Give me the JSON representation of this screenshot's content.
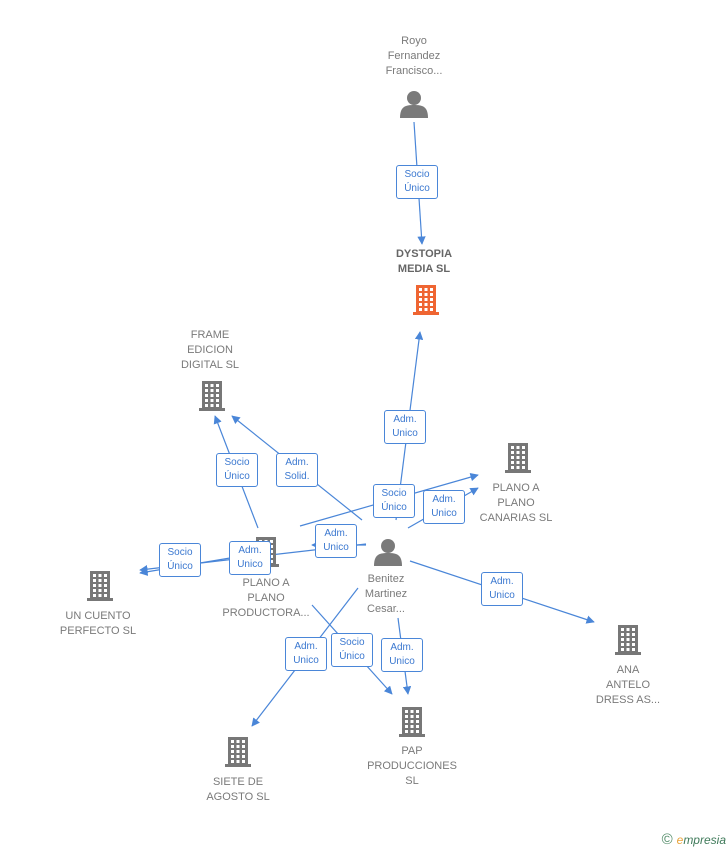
{
  "colors": {
    "edge": "#4a86d8",
    "node_gray": "#777777",
    "node_highlight": "#ef6532"
  },
  "nodes": [
    {
      "id": "royo",
      "kind": "person",
      "label": "Royo\nFernandez\nFrancisco..."
    },
    {
      "id": "dystopia",
      "kind": "company-highlight",
      "label": "DYSTOPIA\nMEDIA  SL"
    },
    {
      "id": "frame",
      "kind": "company",
      "label": "FRAME\nEDICION\nDIGITAL  SL"
    },
    {
      "id": "canarias",
      "kind": "company",
      "label": "PLANO A\nPLANO\nCANARIAS  SL"
    },
    {
      "id": "productora",
      "kind": "company",
      "label": "PLANO A\nPLANO\nPRODUCTORA..."
    },
    {
      "id": "benitez",
      "kind": "person",
      "label": "Benitez\nMartinez\nCesar..."
    },
    {
      "id": "cuento",
      "kind": "company",
      "label": "UN CUENTO\nPERFECTO  SL"
    },
    {
      "id": "ana",
      "kind": "company",
      "label": "ANA\nANTELO\nDRESS AS..."
    },
    {
      "id": "siete",
      "kind": "company",
      "label": "SIETE DE\nAGOSTO SL"
    },
    {
      "id": "pap",
      "kind": "company",
      "label": "PAP\nPRODUCCIONES\nSL"
    }
  ],
  "edges": [
    {
      "from": "royo",
      "to": "dystopia",
      "label": "Socio\nÚnico"
    },
    {
      "from": "benitez",
      "to": "dystopia",
      "label": "Adm.\nUnico"
    },
    {
      "from": "productora",
      "to": "frame",
      "label": "Socio\nÚnico"
    },
    {
      "from": "benitez",
      "to": "frame",
      "label": "Adm.\nSolid."
    },
    {
      "from": "productora",
      "to": "canarias",
      "label": "Socio\nÚnico"
    },
    {
      "from": "benitez",
      "to": "canarias",
      "label": "Adm.\nUnico"
    },
    {
      "from": "benitez",
      "to": "productora",
      "label": "Adm.\nUnico"
    },
    {
      "from": "productora",
      "to": "cuento",
      "label": "Socio\nÚnico"
    },
    {
      "from": "benitez",
      "to": "cuento",
      "label": "Adm.\nUnico"
    },
    {
      "from": "benitez",
      "to": "ana",
      "label": "Adm.\nUnico"
    },
    {
      "from": "benitez",
      "to": "siete",
      "label": "Adm.\nUnico"
    },
    {
      "from": "productora",
      "to": "pap",
      "label": "Socio\nÚnico"
    },
    {
      "from": "benitez",
      "to": "pap",
      "label": "Adm.\nUnico"
    }
  ],
  "brand": {
    "copyright": "©",
    "initial": "e",
    "rest": "mpresia"
  }
}
